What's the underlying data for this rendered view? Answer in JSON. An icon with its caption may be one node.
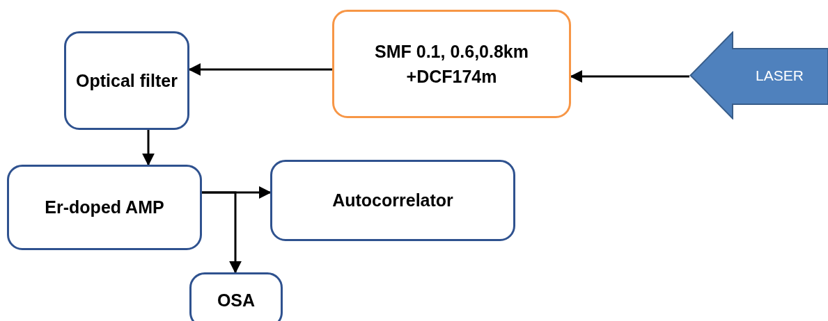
{
  "diagram": {
    "nodes": [
      {
        "text": [
          "LASER"
        ]
      },
      {
        "text": [
          "SMF 0.1, 0.6,0.8km +DCF174m"
        ]
      },
      {
        "text": [
          "Optical filter"
        ]
      },
      {
        "text": [
          "Er-doped AMP"
        ]
      },
      {
        "text": [
          "Autocorrelator"
        ]
      },
      {
        "text": [
          "OSA"
        ]
      }
    ],
    "edges": [
      {
        "from": 0,
        "to": 1,
        "arrow": "to"
      },
      {
        "from": 1,
        "to": 2,
        "arrow": "to"
      },
      {
        "from": 2,
        "to": 3,
        "arrow": "to"
      },
      {
        "from": 3,
        "to": 4,
        "arrow": "to"
      },
      {
        "from": 3,
        "to": 5,
        "arrow": "to"
      }
    ]
  }
}
